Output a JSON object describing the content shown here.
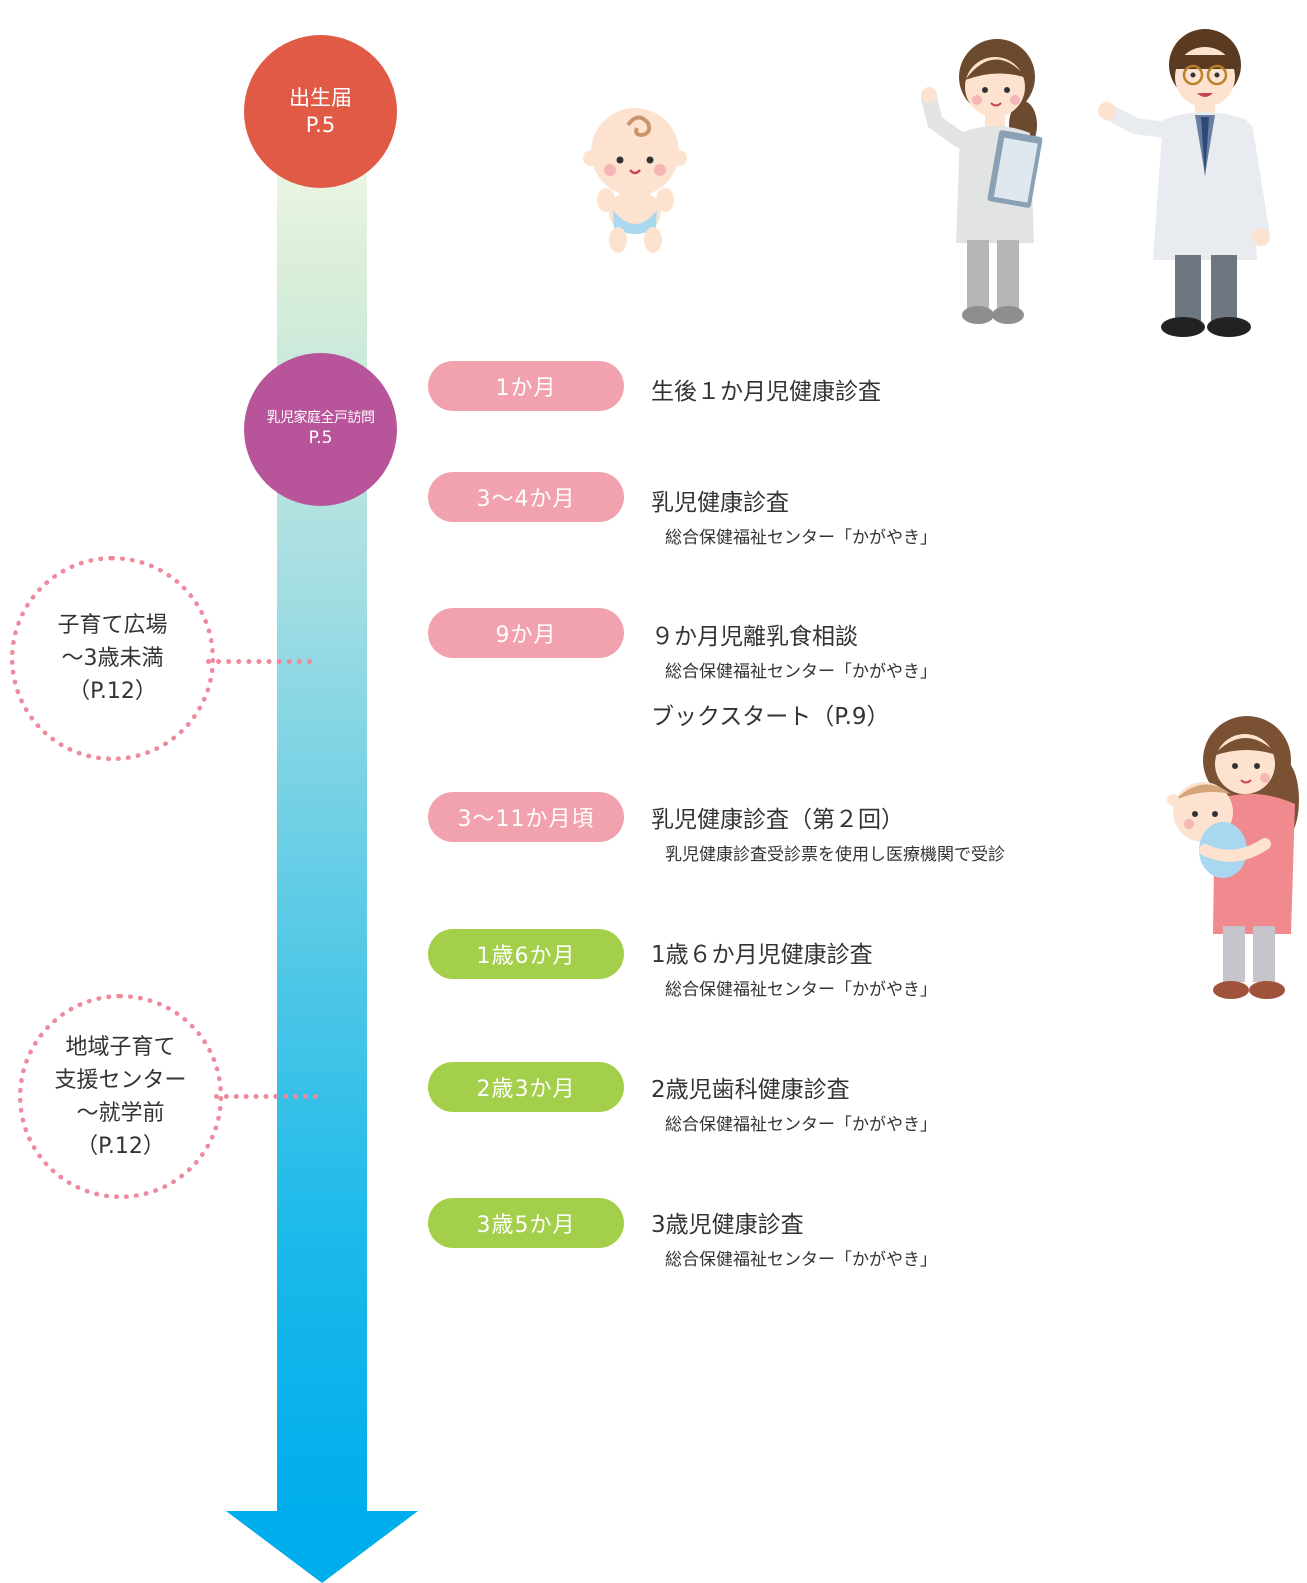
{
  "timeline": {
    "birth": {
      "label": "出生届",
      "page": "P.5"
    },
    "home_visit": {
      "label": "乳児家庭全戸訪問",
      "page": "P.5"
    }
  },
  "side_notes": [
    {
      "lines": [
        "子育て広場",
        "～3歳未満",
        "（P.12）"
      ]
    },
    {
      "lines": [
        "地域子育て",
        "支援センター",
        "～就学前",
        "（P.12）"
      ]
    }
  ],
  "events": [
    {
      "age": "1か月",
      "title": "生後１か月児健康診査",
      "sub": ""
    },
    {
      "age": "3～4か月",
      "title": "乳児健康診査",
      "sub": "総合保健福祉センター「かがやき」"
    },
    {
      "age": "9か月",
      "title": "９か月児離乳食相談",
      "sub": "総合保健福祉センター「かがやき」",
      "extra": "ブックスタート（P.9）"
    },
    {
      "age": "3～11か月頃",
      "title": "乳児健康診査（第２回）",
      "sub": "乳児健康診査受診票を使用し医療機関で受診"
    },
    {
      "age": "1歳6か月",
      "title": "1歳６か月児健康診査",
      "sub": "総合保健福祉センター「かがやき」"
    },
    {
      "age": "2歳3か月",
      "title": "2歳児歯科健康診査",
      "sub": "総合保健福祉センター「かがやき」"
    },
    {
      "age": "3歳5か月",
      "title": "3歳児健康診査",
      "sub": "総合保健福祉センター「かがやき」"
    }
  ],
  "colors": {
    "birth_circle": "#e05a45",
    "visit_circle": "#b85499",
    "pill_infant": "#f1a2ae",
    "pill_toddler": "#a3cf4a",
    "arrow": "#00adec",
    "dotted": "#ee8a9c"
  },
  "illustrations": [
    "baby-illustration",
    "nurse-illustration",
    "doctor-illustration",
    "mother-holding-baby-illustration"
  ]
}
